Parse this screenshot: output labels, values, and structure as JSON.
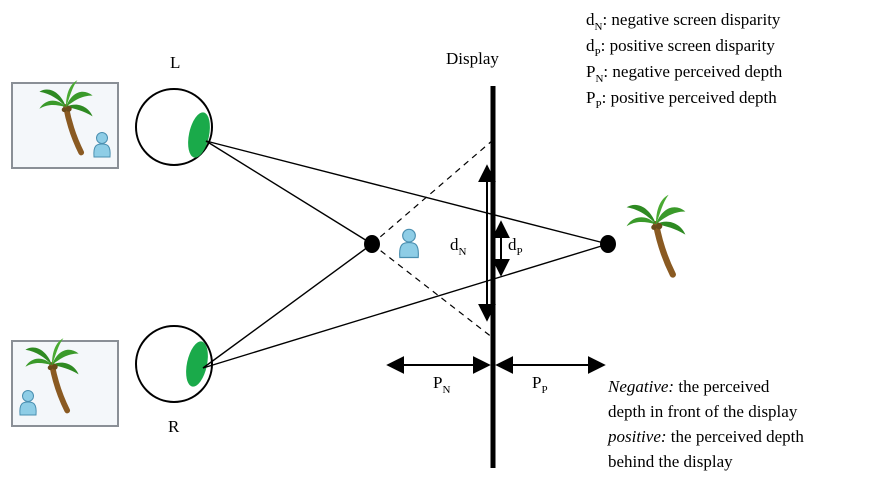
{
  "legend": [
    {
      "sym": "d",
      "sub": "N",
      "text": ": negative screen disparity"
    },
    {
      "sym": "d",
      "sub": "P",
      "text": ": positive screen disparity"
    },
    {
      "sym": "P",
      "sub": "N",
      "text": ": negative perceived depth"
    },
    {
      "sym": "P",
      "sub": "P",
      "text": ": positive perceived depth"
    }
  ],
  "labels": {
    "left_eye": "L",
    "right_eye": "R",
    "display": "Display",
    "dN": {
      "sym": "d",
      "sub": "N"
    },
    "dP": {
      "sym": "d",
      "sub": "P"
    },
    "PN": {
      "sym": "P",
      "sub": "N"
    },
    "PP": {
      "sym": "P",
      "sub": "P"
    }
  },
  "note": {
    "line1_italic": "Negative:",
    "line1_rest": " the perceived",
    "line2": "depth in front of the display",
    "line3_italic": "positive:",
    "line3_rest": " the perceived depth",
    "line4": "behind the display"
  },
  "icons": {
    "tree": "palm-tree-icon",
    "person": "person-icon"
  },
  "colors": {
    "pupil": "#1aaa4a",
    "stroke": "#000000",
    "frame": "#8a8f96",
    "person": "#8ecde6"
  }
}
